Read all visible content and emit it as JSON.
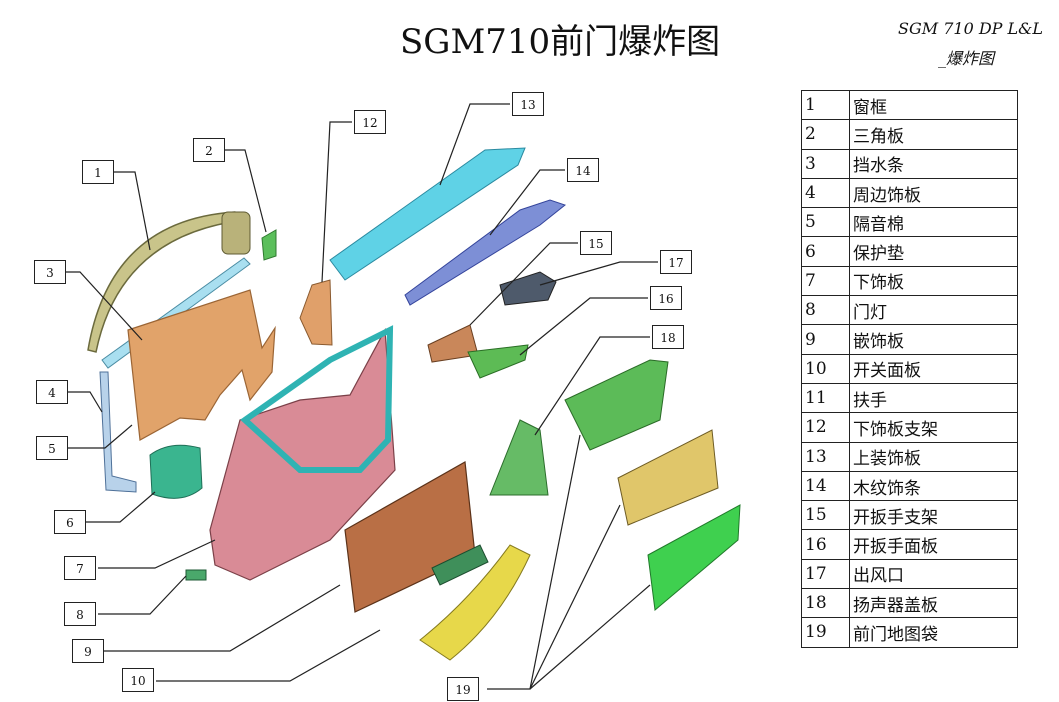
{
  "header": {
    "title": "SGM710前门爆炸图",
    "subtitle_line1": "SGM 710 DP L&L",
    "subtitle_line2": "_爆炸图"
  },
  "callouts": [
    "1",
    "2",
    "3",
    "4",
    "5",
    "6",
    "7",
    "8",
    "9",
    "10",
    "12",
    "13",
    "14",
    "15",
    "16",
    "17",
    "18",
    "19"
  ],
  "legend": [
    {
      "num": "1",
      "name": "窗框"
    },
    {
      "num": "2",
      "name": "三角板"
    },
    {
      "num": "3",
      "name": "挡水条"
    },
    {
      "num": "4",
      "name": "周边饰板"
    },
    {
      "num": "5",
      "name": "隔音棉"
    },
    {
      "num": "6",
      "name": "保护垫"
    },
    {
      "num": "7",
      "name": "下饰板"
    },
    {
      "num": "8",
      "name": "门灯"
    },
    {
      "num": "9",
      "name": "嵌饰板"
    },
    {
      "num": "10",
      "name": "开关面板"
    },
    {
      "num": "11",
      "name": "扶手"
    },
    {
      "num": "12",
      "name": "下饰板支架"
    },
    {
      "num": "13",
      "name": "上装饰板"
    },
    {
      "num": "14",
      "name": "木纹饰条"
    },
    {
      "num": "15",
      "name": "开扳手支架"
    },
    {
      "num": "16",
      "name": "开扳手面板"
    },
    {
      "num": "17",
      "name": "出风口"
    },
    {
      "num": "18",
      "name": "扬声器盖板"
    },
    {
      "num": "19",
      "name": "前门地图袋"
    }
  ]
}
